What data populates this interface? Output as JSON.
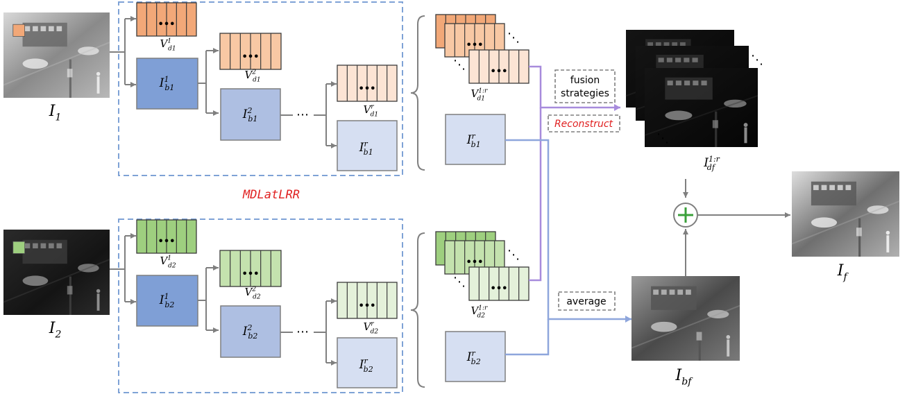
{
  "inputs": {
    "i1": {
      "base": "I",
      "sub": "1"
    },
    "i2": {
      "base": "I",
      "sub": "2"
    }
  },
  "module_label": "MDLatLRR",
  "rows": [
    {
      "v1": {
        "base": "V",
        "sup": "1",
        "sub": "d1"
      },
      "v2": {
        "base": "V",
        "sup": "2",
        "sub": "d1"
      },
      "vr": {
        "base": "V",
        "sup": "r",
        "sub": "d1"
      },
      "b1": {
        "base": "I",
        "sup": "1",
        "sub": "b1"
      },
      "b2": {
        "base": "I",
        "sup": "2",
        "sub": "b1"
      },
      "br": {
        "base": "I",
        "sup": "r",
        "sub": "b1"
      },
      "stack": {
        "base": "V",
        "sup": "1:r",
        "sub": "d1"
      },
      "base_out": {
        "base": "I",
        "sup": "r",
        "sub": "b1"
      }
    },
    {
      "v1": {
        "base": "V",
        "sup": "1",
        "sub": "d2"
      },
      "v2": {
        "base": "V",
        "sup": "2",
        "sub": "d2"
      },
      "vr": {
        "base": "V",
        "sup": "r",
        "sub": "d2"
      },
      "b1": {
        "base": "I",
        "sup": "1",
        "sub": "b2"
      },
      "b2": {
        "base": "I",
        "sup": "2",
        "sub": "b2"
      },
      "br": {
        "base": "I",
        "sup": "r",
        "sub": "b2"
      },
      "stack": {
        "base": "V",
        "sup": "1:r",
        "sub": "d2"
      },
      "base_out": {
        "base": "I",
        "sup": "r",
        "sub": "b2"
      }
    }
  ],
  "ops": {
    "fusion": [
      "fusion",
      "strategies"
    ],
    "reconstruct": "Reconstruct",
    "average": "average"
  },
  "outputs": {
    "idf": {
      "base": "I",
      "sup": "1:r",
      "sub": "df"
    },
    "ibf": {
      "base": "I",
      "sub": "bf"
    },
    "if": {
      "base": "I",
      "sub": "f"
    }
  },
  "symbols": {
    "ellipsis": "⋯",
    "diag": "⋱",
    "dots3": "•••"
  },
  "colors": {
    "orange_dark": "#f2a878",
    "orange_mid": "#f8c8a4",
    "orange_light": "#fce4d4",
    "green_dark": "#9ecf7f",
    "green_mid": "#c4e2ae",
    "green_light": "#e4f1da",
    "blue_dark": "#7f9fd6",
    "blue_mid": "#aebfe2",
    "blue_light": "#d6dff2",
    "dash_blue": "#7ea2d6",
    "arrow_purple": "#a78bdc",
    "arrow_blue": "#8ea6dc",
    "red": "#e02020",
    "gray": "#7f7f7f",
    "plus": "#3aa03a"
  }
}
